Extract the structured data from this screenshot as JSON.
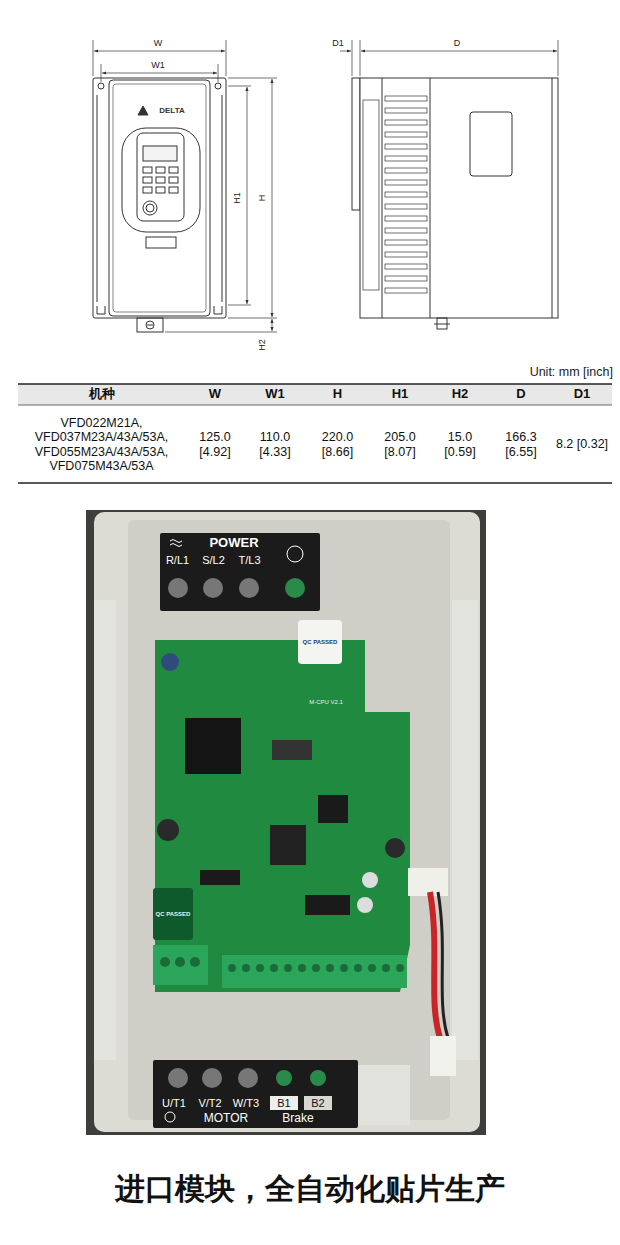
{
  "diagram": {
    "caption": "进口模块，全自动化贴片生产",
    "labels": [
      "W",
      "W1",
      "H1",
      "H",
      "H2",
      "D1",
      "D",
      "DELTA",
      "Unit: mm [inch]",
      "机种",
      "W",
      "W1",
      "H",
      "H1",
      "H2",
      "D",
      "D1",
      "VFD022M21A, VFD037M23A/43A/53A, VFD055M23A/43A/53A, VFD075M43A/53A",
      "125.0 [4.92]",
      "110.0 [4.33]",
      "220.0 [8.66]",
      "205.0 [8.07]",
      "15.0 [0.59]",
      "166.3 [6.55]",
      "8.2 [0.32]",
      "POWER",
      "R/L1",
      "S/L2",
      "T/L3",
      "QC PASSED",
      "M-CPU V2.1",
      "QC PASSED",
      "U/T1",
      "V/T2",
      "W/T3",
      "B1",
      "B2",
      "MOTOR",
      "Brake"
    ]
  }
}
